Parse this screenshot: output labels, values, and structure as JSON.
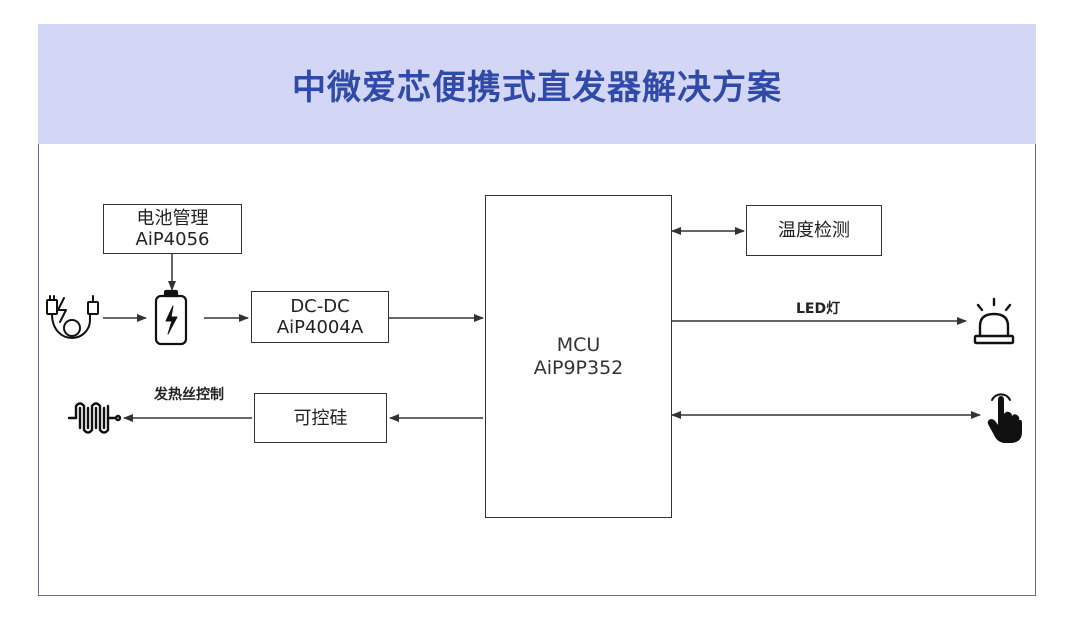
{
  "header": {
    "title": "中微爱芯便携式直发器解决方案"
  },
  "blocks": {
    "battery_mgmt": {
      "line1": "电池管理",
      "line2": "AiP4056"
    },
    "dcdc": {
      "line1": "DC-DC",
      "line2": "AiP4004A"
    },
    "mcu": {
      "line1": "MCU",
      "line2": "AiP9P352"
    },
    "temp": {
      "line1": "温度检测"
    },
    "scr": {
      "line1": "可控硅"
    }
  },
  "labels": {
    "led": "LED灯",
    "heater": "发热丝控制"
  },
  "icons": [
    "charger-usb-icon",
    "battery-icon",
    "heater-coil-icon",
    "alarm-light-icon",
    "touch-hand-icon"
  ],
  "colors": {
    "header_bg": "#d4d6f5",
    "title": "#2f4aa8",
    "line": "#333333"
  }
}
